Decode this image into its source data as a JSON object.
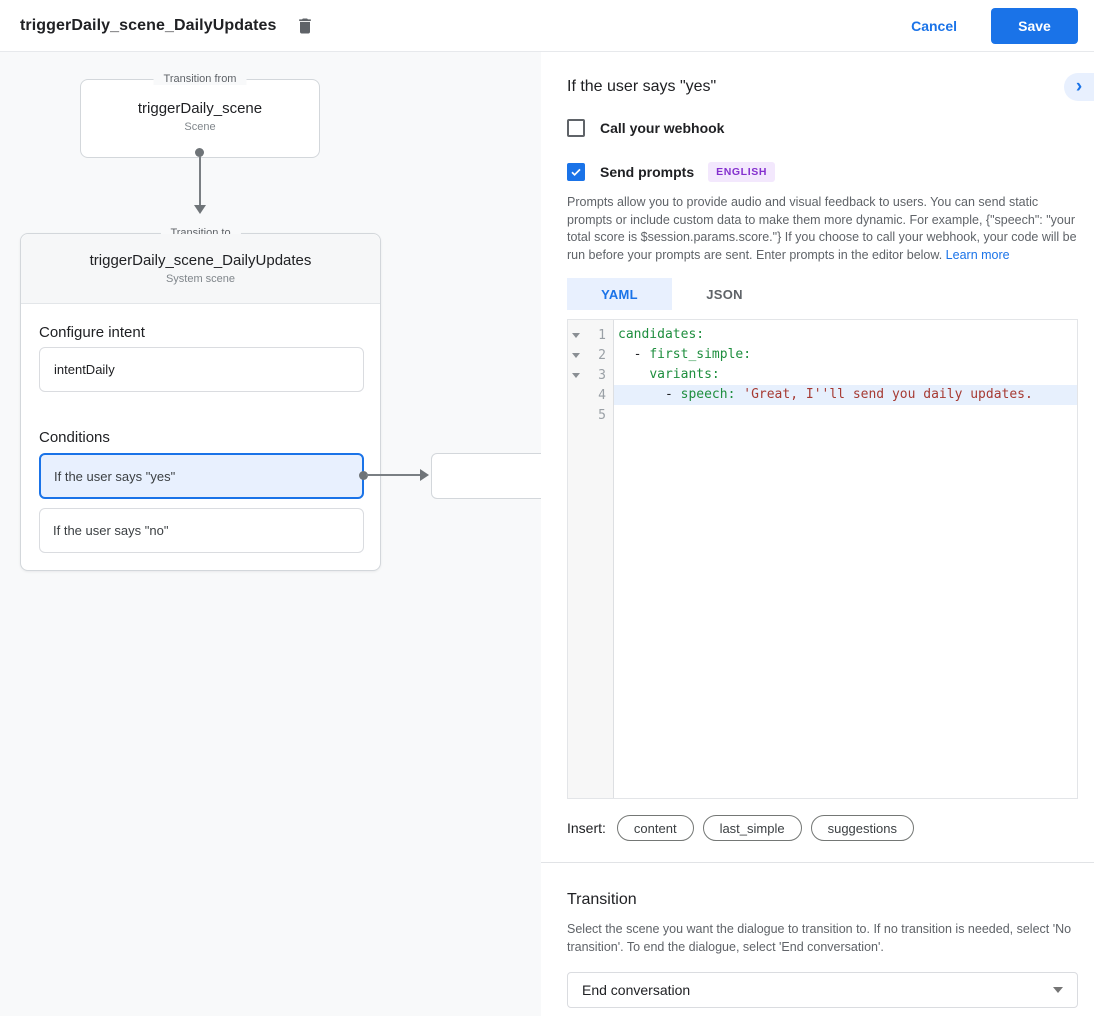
{
  "header": {
    "title": "triggerDaily_scene_DailyUpdates",
    "cancel_label": "Cancel",
    "save_label": "Save"
  },
  "diagram": {
    "from": {
      "legend": "Transition from",
      "name": "triggerDaily_scene",
      "type": "Scene"
    },
    "to": {
      "legend": "Transition to",
      "name": "triggerDaily_scene_DailyUpdates",
      "type": "System scene"
    },
    "intent": {
      "heading": "Configure intent",
      "value": "intentDaily"
    },
    "conditions": {
      "heading": "Conditions",
      "items": [
        {
          "label": "If the user says \"yes\"",
          "selected": true
        },
        {
          "label": "If the user says \"no\"",
          "selected": false
        }
      ]
    }
  },
  "panel": {
    "title": "If the user says \"yes\"",
    "webhook_label": "Call your webhook",
    "prompts_label": "Send prompts",
    "language_badge": "ENGLISH",
    "description": "Prompts allow you to provide audio and visual feedback to users. You can send static prompts or include custom data to make them more dynamic. For example, {\"speech\": \"your total score is $session.params.score.\"} If you choose to call your webhook, your code will be run before your prompts are sent. Enter prompts in the editor below. ",
    "learn_more": "Learn more",
    "tabs": [
      {
        "label": "YAML",
        "active": true
      },
      {
        "label": "JSON",
        "active": false
      }
    ],
    "editor": {
      "lines": [
        {
          "num": "1",
          "tokens": [
            {
              "c": "key",
              "v": "candidates:"
            }
          ]
        },
        {
          "num": "2",
          "tokens": [
            {
              "c": "plain",
              "v": "  - "
            },
            {
              "c": "key",
              "v": "first_simple:"
            }
          ]
        },
        {
          "num": "3",
          "tokens": [
            {
              "c": "plain",
              "v": "    "
            },
            {
              "c": "key",
              "v": "variants:"
            }
          ]
        },
        {
          "num": "4",
          "tokens": [
            {
              "c": "plain",
              "v": "      - "
            },
            {
              "c": "key",
              "v": "speech:"
            },
            {
              "c": "plain",
              "v": " "
            },
            {
              "c": "str",
              "v": "'Great, I''ll send you daily updates."
            }
          ]
        },
        {
          "num": "5",
          "tokens": []
        }
      ]
    },
    "insert": {
      "label": "Insert:",
      "chips": [
        "content",
        "last_simple",
        "suggestions"
      ]
    },
    "transition": {
      "heading": "Transition",
      "description": "Select the scene you want the dialogue to transition to. If no transition is needed, select 'No transition'. To end the dialogue, select 'End conversation'.",
      "value": "End conversation"
    }
  },
  "colors": {
    "accent_blue": "#1a73e8",
    "light_blue": "#e8f0fe",
    "badge_purple_bg": "#f3e8fd",
    "badge_purple_text": "#8430ce",
    "yaml_key_green": "#1e8e3e",
    "yaml_string_red": "#a63a33",
    "canvas_bg": "#f8f9fa"
  }
}
